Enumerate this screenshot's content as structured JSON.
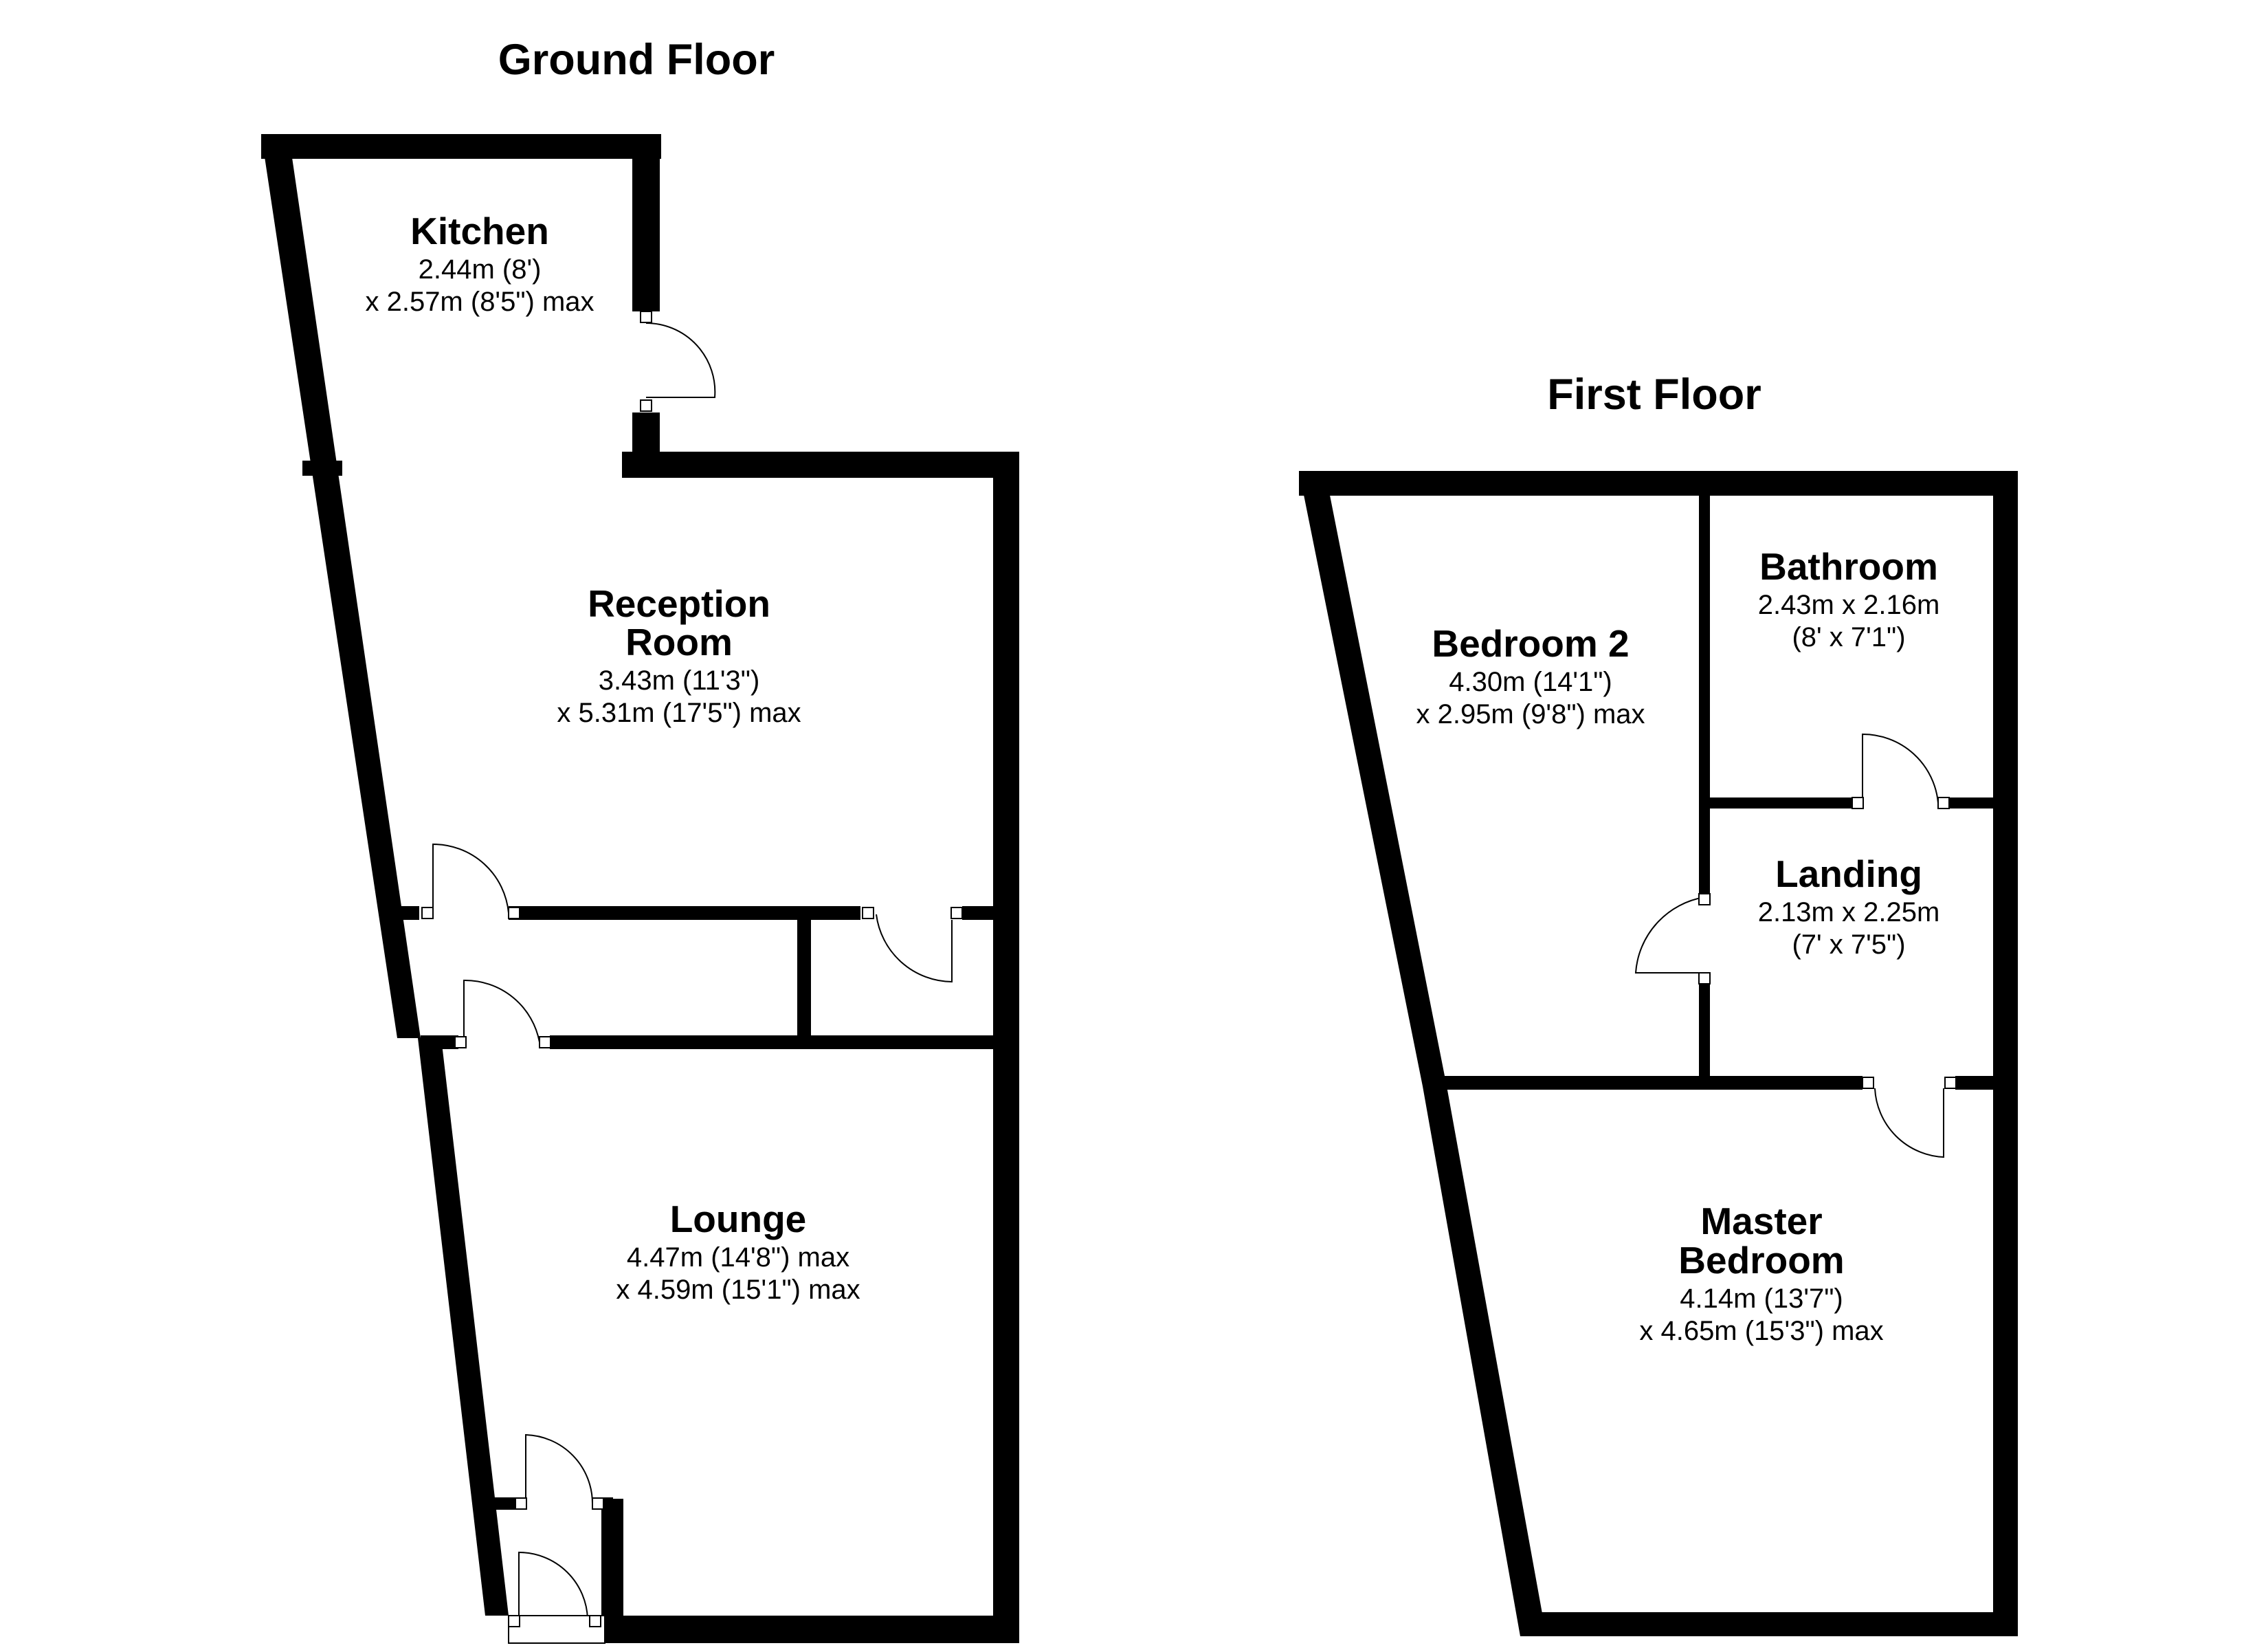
{
  "floors": {
    "ground": {
      "title": "Ground Floor",
      "rooms": {
        "kitchen": {
          "name": [
            "Kitchen"
          ],
          "dims": [
            "2.44m (8')",
            "x 2.57m (8'5\") max"
          ]
        },
        "reception": {
          "name": [
            "Reception",
            "Room"
          ],
          "dims": [
            "3.43m (11'3\")",
            "x 5.31m (17'5\") max"
          ]
        },
        "lounge": {
          "name": [
            "Lounge"
          ],
          "dims": [
            "4.47m (14'8\") max",
            "x 4.59m (15'1\") max"
          ]
        }
      }
    },
    "first": {
      "title": "First Floor",
      "rooms": {
        "bedroom2": {
          "name": [
            "Bedroom 2"
          ],
          "dims": [
            "4.30m (14'1\")",
            "x 2.95m (9'8\") max"
          ]
        },
        "bathroom": {
          "name": [
            "Bathroom"
          ],
          "dims": [
            "2.43m x 2.16m",
            "(8' x 7'1\")"
          ]
        },
        "landing": {
          "name": [
            "Landing"
          ],
          "dims": [
            "2.13m x 2.25m",
            "(7' x 7'5\")"
          ]
        },
        "master": {
          "name": [
            "Master",
            "Bedroom"
          ],
          "dims": [
            "4.14m (13'7\")",
            "x 4.65m (15'3\") max"
          ]
        }
      }
    }
  }
}
